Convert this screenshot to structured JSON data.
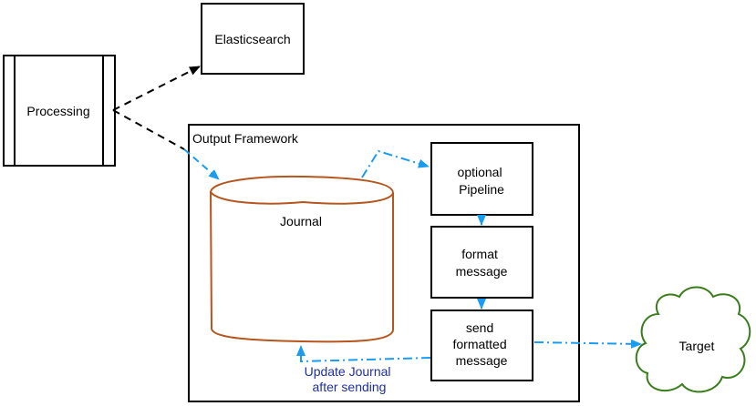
{
  "nodes": {
    "processing": "Processing",
    "elasticsearch": "Elasticsearch",
    "output_framework": "Output Framework",
    "journal": "Journal",
    "optional_pipeline": [
      "optional",
      "Pipeline"
    ],
    "format_message": [
      "format",
      "message"
    ],
    "send_formatted_message": [
      "send",
      "formatted",
      "message"
    ],
    "target": "Target"
  },
  "annotations": {
    "update_journal": [
      "Update Journal",
      "after sending"
    ]
  },
  "colors": {
    "black_arrow": "#000000",
    "blue_arrow": "#1a9cf0",
    "journal_stroke": "#b5561f",
    "cloud_stroke": "#3a7d1c",
    "annotation_text": "#1f2fa0"
  }
}
